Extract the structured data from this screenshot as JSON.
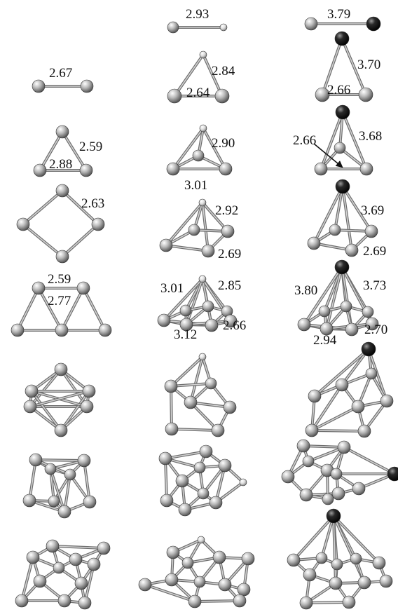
{
  "figure": {
    "rows": [
      {
        "row": 1,
        "col1": [],
        "col2": [
          "2.93"
        ],
        "col3": [
          "3.79"
        ]
      },
      {
        "row": 2,
        "col1": [
          "2.67"
        ],
        "col2": [
          "2.84",
          "2.64"
        ],
        "col3": [
          "3.70",
          "2.66"
        ]
      },
      {
        "row": 3,
        "col1": [
          "2.59",
          "2.88"
        ],
        "col2": [
          "2.90",
          "3.01"
        ],
        "col3": [
          "2.66",
          "3.68"
        ]
      },
      {
        "row": 4,
        "col1": [
          "2.63"
        ],
        "col2": [
          "2.92",
          "2.69"
        ],
        "col3": [
          "3.69",
          "2.69"
        ]
      },
      {
        "row": 5,
        "col1": [
          "2.59",
          "2.77"
        ],
        "col2": [
          "3.01",
          "2.85",
          "3.12",
          "2.66"
        ],
        "col3": [
          "3.80",
          "3.73",
          "2.94",
          "2.70"
        ]
      },
      {
        "row": 6,
        "col1": [],
        "col2": [],
        "col3": []
      },
      {
        "row": 7,
        "col1": [],
        "col2": [],
        "col3": []
      },
      {
        "row": 8,
        "col1": [],
        "col2": [],
        "col3": []
      }
    ],
    "atom_colors": {
      "host": "#a9a9a9",
      "small_dopant": "#cfcfcf",
      "large_dopant": "#1c1c1c"
    }
  }
}
